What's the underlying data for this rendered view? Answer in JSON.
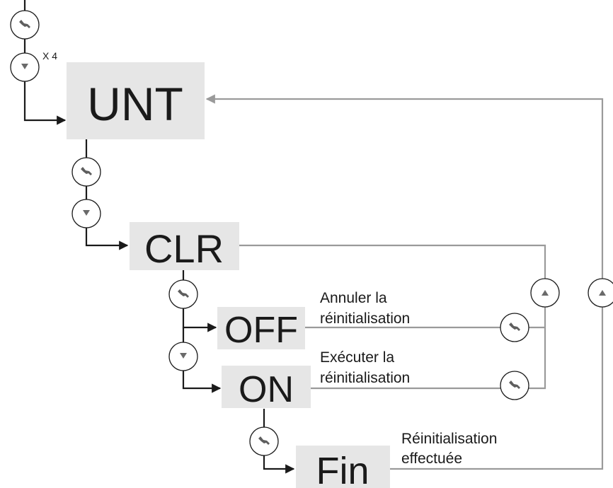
{
  "states": {
    "unt": "UNT",
    "clr": "CLR",
    "off": "OFF",
    "on": "ON",
    "fin": "Fin"
  },
  "repeat_label": "X 4",
  "notes": {
    "cancel_line1": "Annuler la",
    "cancel_line2": "réinitialisation",
    "execute_line1": "Exécuter la",
    "execute_line2": "réinitialisation",
    "done_line1": "Réinitialisation",
    "done_line2": "effectuée"
  },
  "button_icons": {
    "wrench": "wrench-icon",
    "down": "down-triangle-icon",
    "up": "up-triangle-icon"
  },
  "colors": {
    "box_fill": "#e6e6e6",
    "main_flow": "#1a1a1a",
    "return_flow": "#9a9a9a"
  }
}
